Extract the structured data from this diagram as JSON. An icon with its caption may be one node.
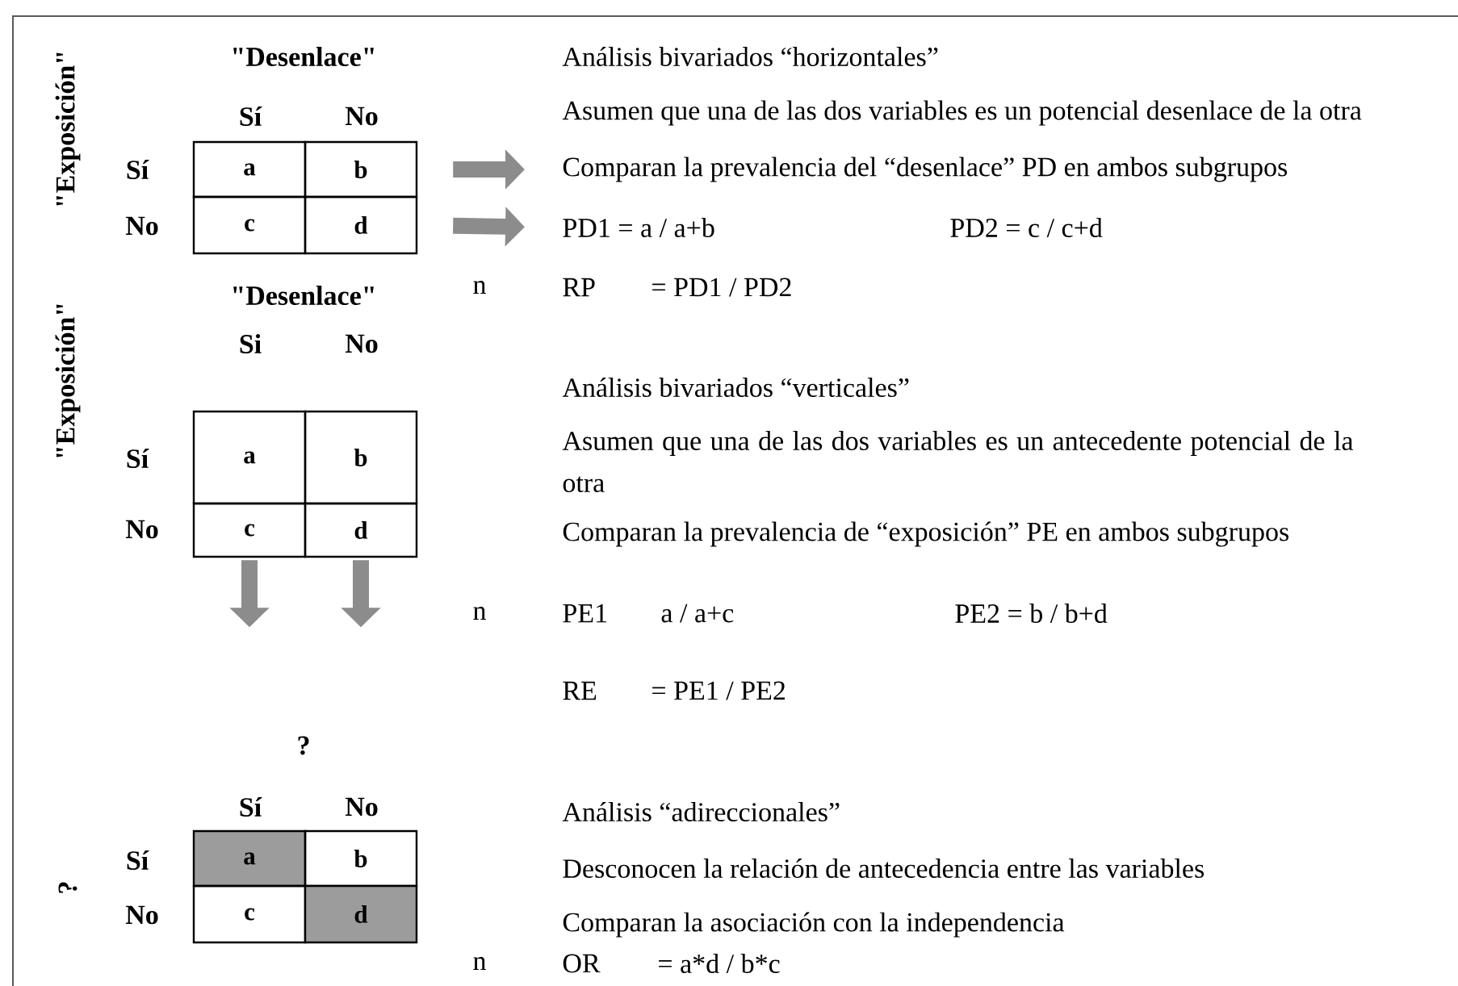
{
  "diagram": {
    "nodes": [
      {
        "text": [
          "a"
        ]
      },
      {
        "text": [
          "b"
        ]
      },
      {
        "text": [
          "c"
        ]
      },
      {
        "text": [
          "d"
        ]
      },
      {
        "text": [
          "Comparan la prevalencia del “desenlace” PD en ambos subgrupos"
        ]
      },
      {
        "text": [
          "PD1 = a / a+b"
        ]
      },
      {
        "text": [
          "a"
        ]
      },
      {
        "text": [
          "b"
        ]
      },
      {
        "text": [
          "c"
        ]
      },
      {
        "text": [
          "d"
        ]
      },
      {
        "text": [
          "a"
        ]
      },
      {
        "text": [
          "b"
        ]
      },
      {
        "text": [
          "c"
        ]
      },
      {
        "text": [
          "d"
        ]
      }
    ],
    "edges": [
      {
        "from": 1,
        "to": 4,
        "arrow": "to"
      },
      {
        "from": 3,
        "to": 5,
        "arrow": "to"
      },
      {
        "from": 8,
        "to": null,
        "arrow": "to"
      },
      {
        "from": 9,
        "to": null,
        "arrow": "to"
      }
    ],
    "labels": [
      "\"Exposición\"",
      "\"Desenlace\"",
      "Análisis bivariados “horizontales”",
      "Sí",
      "No",
      "Asumen que una de las dos variables es un potencial desenlace de la otra",
      "Sí",
      "No",
      "PD2 = c / c+d",
      "n",
      "RP",
      "= PD1 / PD2",
      "\"Exposición\"",
      "\"Desenlace\"",
      "Si",
      "No",
      "Análisis bivariados “verticales”",
      "Sí",
      "Asumen que una de las dos variables es un antecedente potencial de la otra",
      "No",
      "Comparan la prevalencia de “exposición” PE en ambos subgrupos",
      "n",
      "PE1",
      "a / a+c",
      "PE2 = b / b+d",
      "RE",
      "= PE1 / PE2",
      "?",
      "Sí",
      "No",
      "Análisis “adireccionales”",
      "?",
      "Sí",
      "Desconocen la relación de antecedencia entre las variables",
      "No",
      "Comparan la asociación con la independencia",
      "n",
      "OR",
      "= a*d / b*c"
    ]
  }
}
